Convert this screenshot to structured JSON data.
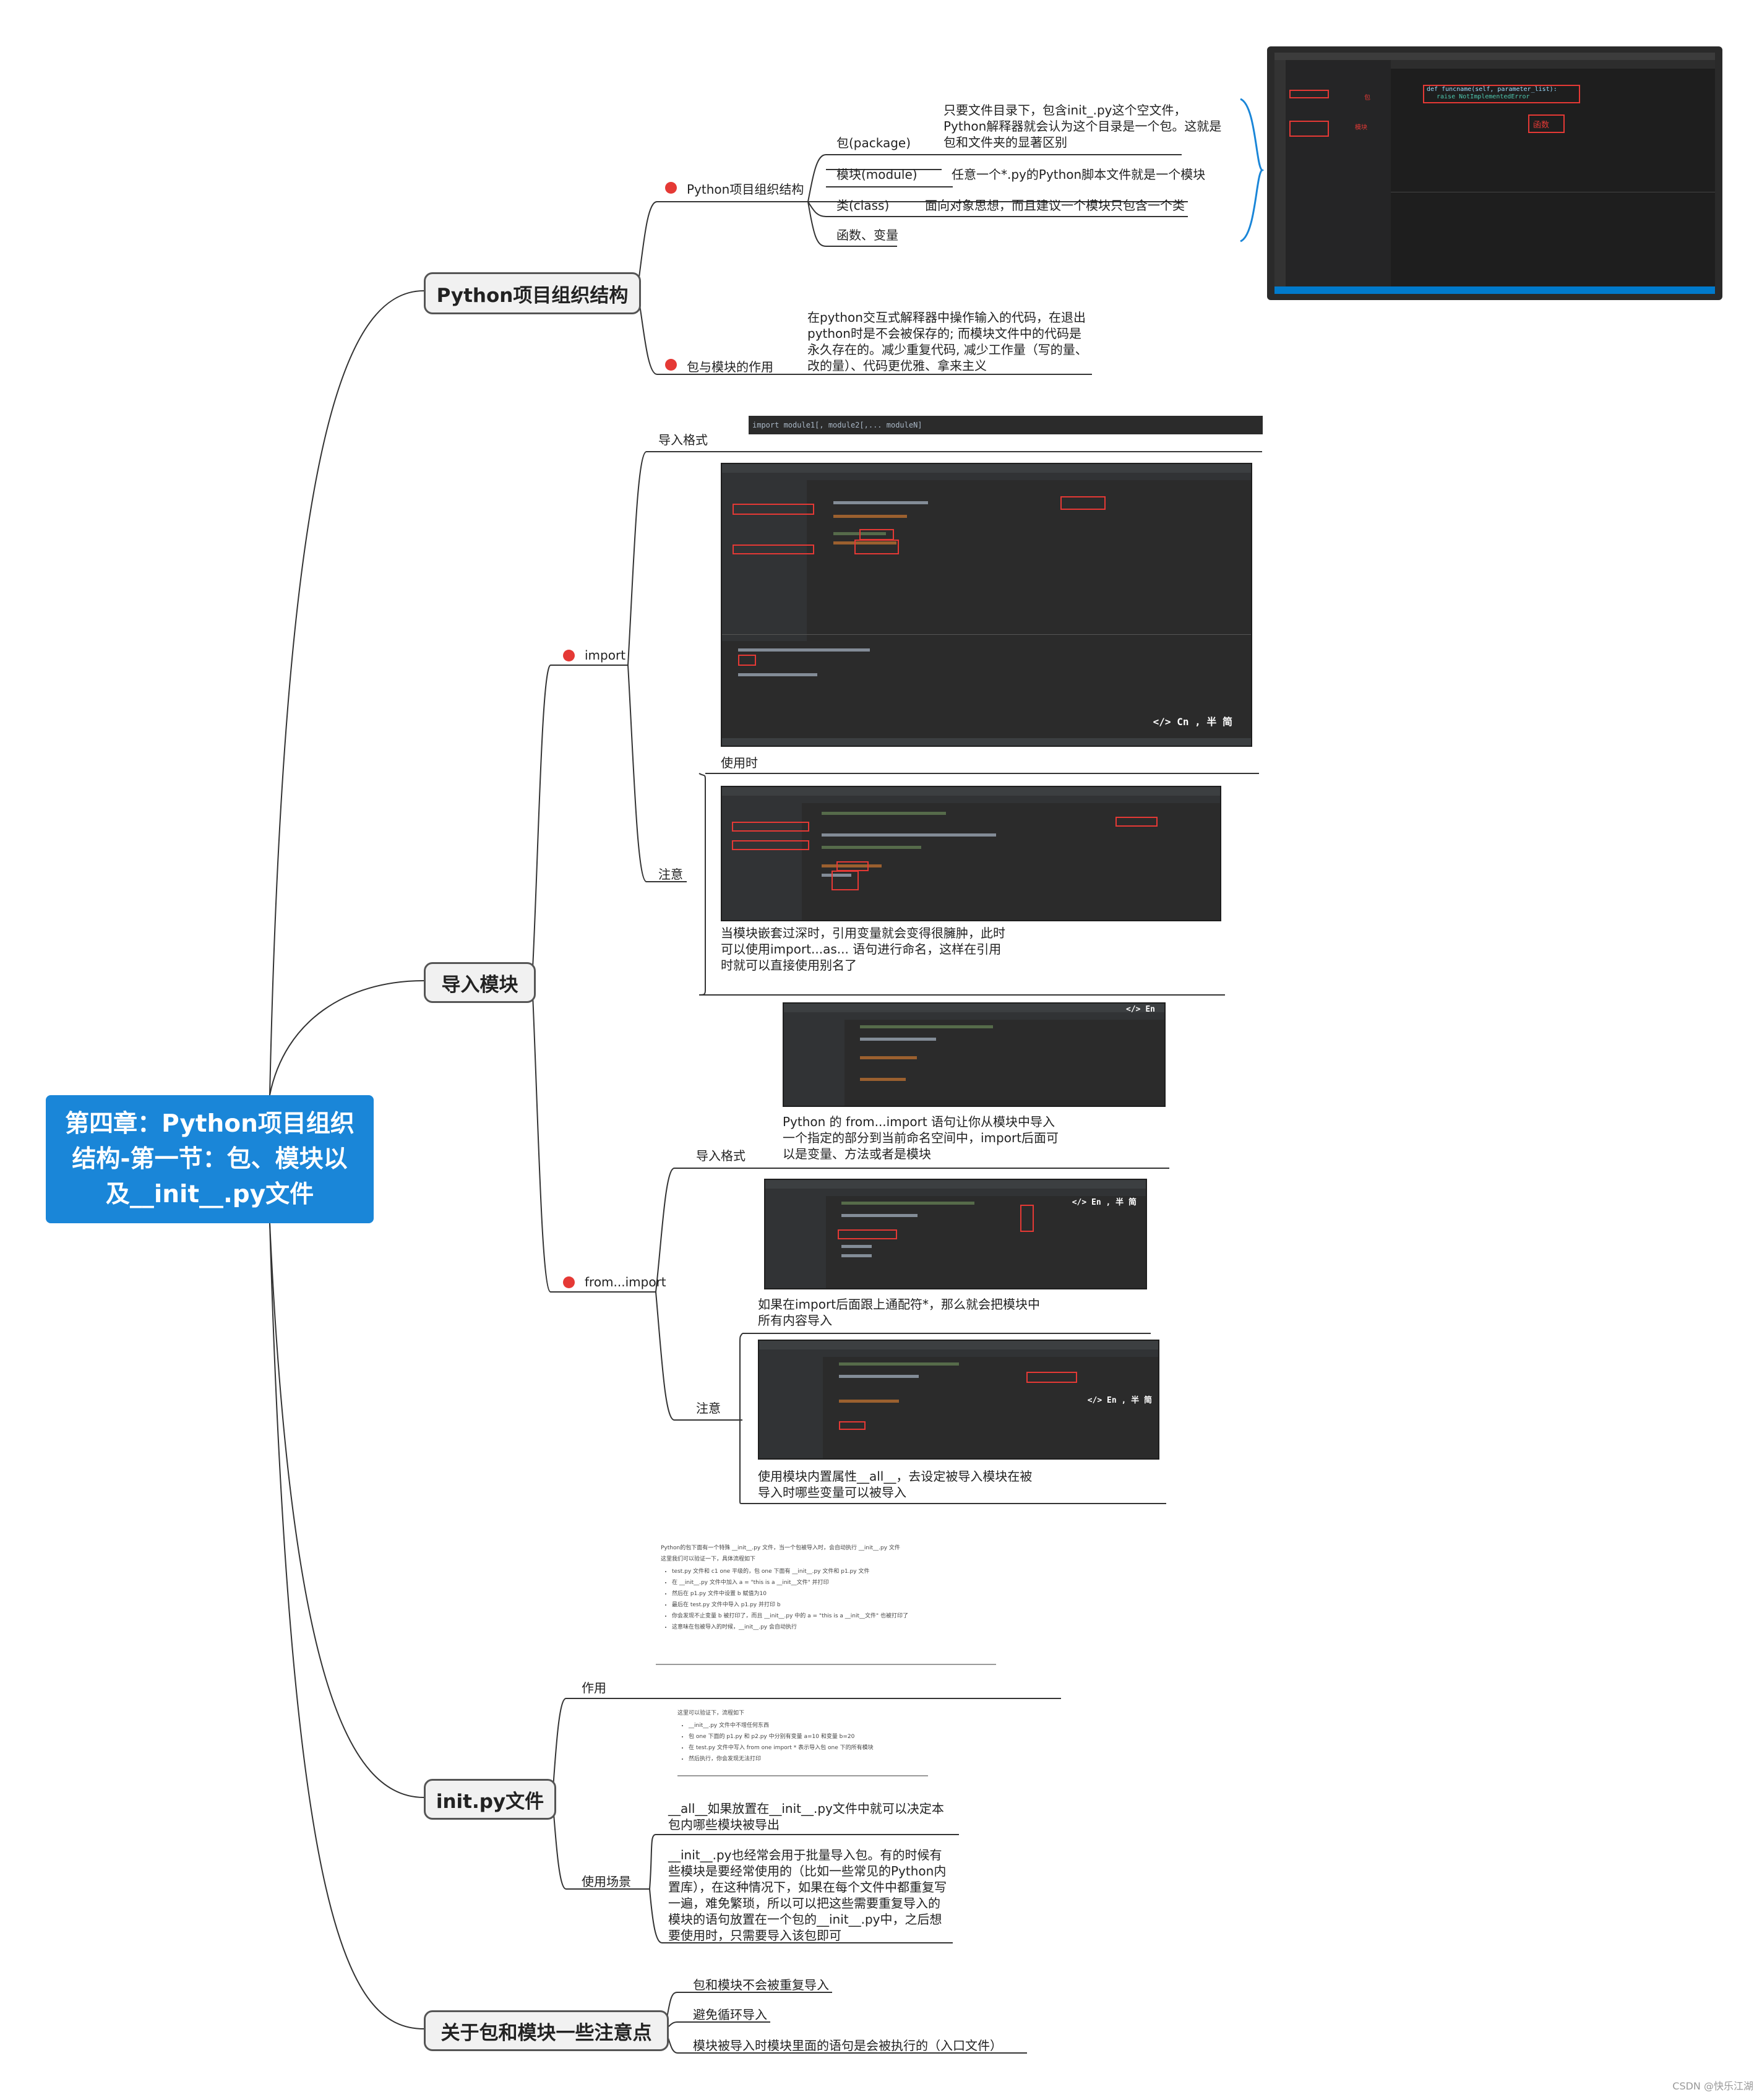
{
  "central": "第四章：Python项目组织结构-第一节：包、模块以及__init__.py文件",
  "branches": {
    "structure": {
      "title": "Python项目组织结构",
      "sub1": {
        "label": "Python项目组织结构",
        "items": [
          {
            "label": "包(package)",
            "desc": "只要文件目录下，包含init_.py这个空文件，Python解释器就会认为这个目录是一个包。这就是包和文件夹的显著区别"
          },
          {
            "label": "模块(module)",
            "desc": "任意一个*.py的Python脚本文件就是一个模块"
          },
          {
            "label": "类(class)",
            "desc": "面向对象思想，而且建议一个模块只包含一个类"
          },
          {
            "label": "函数、变量",
            "desc": ""
          }
        ]
      },
      "sub2": {
        "label": "包与模块的作用",
        "desc": "在python交互式解释器中操作输入的代码，在退出python时是不会被保存的; 而模块文件中的代码是永久存在的。减少重复代码, 减少工作量（写的量、改的量）、代码更优雅、拿来主义"
      },
      "vscode": {
        "annot1": "包",
        "annot2": "模块",
        "annot3": "函数",
        "code1": "def funcname(self, parameter_list):",
        "code2": "raise NotImplementedError"
      }
    },
    "import_module": {
      "title": "导入模块",
      "import": {
        "label": "import",
        "format_label": "导入格式",
        "format_code": "import module1[, module2[,... moduleN]",
        "note_label": "注意",
        "usage_label": "使用时",
        "note_desc": "当模块嵌套过深时，引用变量就会变得很臃肿，此时可以使用import...as... 语句进行命名，这样在引用时就可以直接使用别名了",
        "shot_stamp": "</> Cn , 半 简"
      },
      "from_import": {
        "label": "from...import",
        "format_label": "导入格式",
        "format_desc": "Python 的 from...import 语句让你从模块中导入一个指定的部分到当前命名空间中，import后面可以是变量、方法或者是模块",
        "note_label": "注意",
        "note_desc1": "如果在import后面跟上通配符*，那么就会把模块中所有内容导入",
        "note_desc2": "使用模块内置属性__all__，去设定被导入模块在被导入时哪些变量可以被导入",
        "shot_stamp": "</> En , 半 简"
      }
    },
    "init": {
      "title": "init.py文件",
      "effect_label": "作用",
      "scene_label": "使用场景",
      "doc1": {
        "title": "Python的包下面有一个特殊 __init__.py 文件，当一个包被导入时，会自动执行 __init__.py 文件",
        "sub": "这里我们可以验证一下，具体流程如下",
        "bullets": [
          "test.py 文件和 c1 one 平级的，包 one 下面有 __init__.py 文件和 p1.py 文件",
          "在 __init__.py 文件中加入 a = \"this is a __init__文件\" 并打印",
          "然后在 p1.py 文件中设置 b 赋值为10",
          "最后在 test.py 文件中导入 p1.py 并打印 b",
          "你会发现不止变量 b 被打印了，而且 __init__.py 中的 a = \"this is a __init__文件\" 也被打印了",
          "这意味在包被导入的时候，__init__.py 会自动执行"
        ]
      },
      "doc2": {
        "title": "这里可以验证下，流程如下",
        "bullets": [
          "__init__.py 文件中不增任何东西",
          "包 one 下面的 p1.py 和 p2.py 中分别有变量 a=10 和变量 b=20",
          "在 test.py 文件中写入 from one import * 表示导入包 one 下的所有模块",
          "然后执行，你会发现无法打印"
        ]
      },
      "effect_desc": "__all__如果放置在__init__.py文件中就可以决定本包内哪些模块被导出",
      "scene_desc": "__init__.py也经常会用于批量导入包。有的时候有些模块是要经常使用的（比如一些常见的Python内置库），在这种情况下，如果在每个文件中都重复写一遍，难免繁琐，所以可以把这些需要重复导入的模块的语句放置在一个包的__init__.py中，之后想要使用时，只需要导入该包即可"
    },
    "notes": {
      "title": "关于包和模块一些注意点",
      "items": [
        "包和模块不会被重复导入",
        "避免循环导入",
        "模块被导入时模块里面的语句是会被执行的（入口文件）"
      ]
    }
  },
  "watermark": "CSDN @快乐江湖",
  "colors": {
    "central_bg": "#1a86d8",
    "dot": "#e53935",
    "line": "#333333"
  }
}
